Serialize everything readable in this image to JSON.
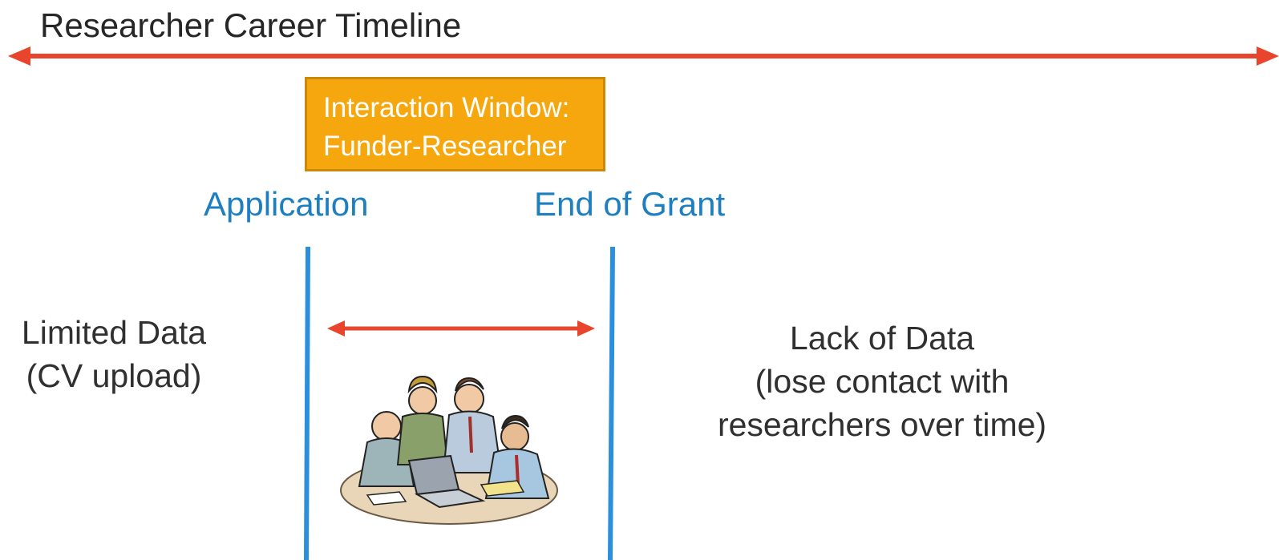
{
  "title": "Researcher Career Timeline",
  "interaction_window": {
    "line1": "Interaction Window:",
    "line2": "Funder-Researcher"
  },
  "markers": {
    "application": "Application",
    "end_of_grant": "End of Grant"
  },
  "left_note": {
    "line1": "Limited Data",
    "line2": "(CV upload)"
  },
  "right_note": {
    "line1": "Lack of Data",
    "line2": "(lose contact with",
    "line3": "researchers over time)"
  },
  "colors": {
    "arrow": "#E8452C",
    "marker_line": "#2B8FDB",
    "marker_text": "#1E7FC0",
    "window_fill": "#F5A70D",
    "window_border": "#C98A0A"
  },
  "illustration": "people-at-laptop-clipart"
}
